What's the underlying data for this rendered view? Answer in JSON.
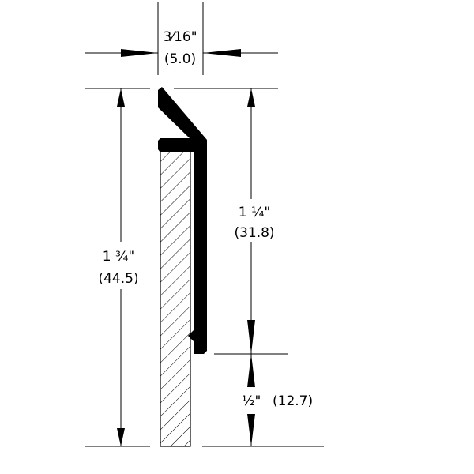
{
  "drawing": {
    "dimensions": {
      "width": {
        "imperial": "3⁄16\"",
        "metric": "(5.0)"
      },
      "overall_height": {
        "imperial": "1 ¾\"",
        "metric": "(44.5)"
      },
      "upper_height": {
        "imperial": "1 ¼\"",
        "metric": "(31.8)"
      },
      "lower_height": {
        "imperial": "½\"",
        "metric": "(12.7)"
      }
    },
    "colors": {
      "profile": "#000000",
      "line": "#000000",
      "background": "#ffffff"
    }
  }
}
